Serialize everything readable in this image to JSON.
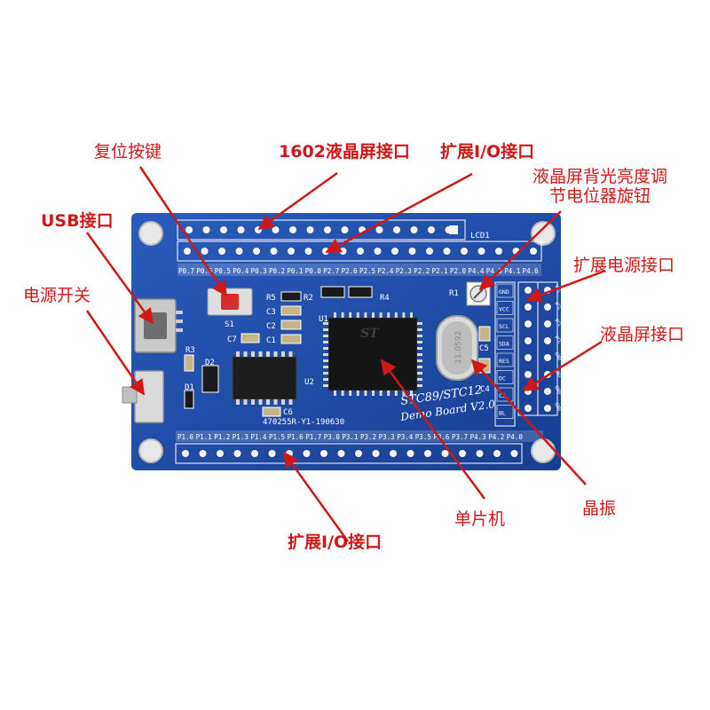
{
  "callouts": {
    "reset_key": "复位按键",
    "lcd1602_port": "1602液晶屏接口",
    "expansion_io_top": "扩展I/O接口",
    "backlight_pot_line1": "液晶屏背光亮度调",
    "backlight_pot_line2": "节电位器旋钮",
    "usb_port": "USB接口",
    "power_switch": "电源开关",
    "expansion_power": "扩展电源接口",
    "lcd_port": "液晶屏接口",
    "mcu": "单片机",
    "crystal": "晶振",
    "expansion_io_bottom": "扩展I/O接口"
  },
  "board": {
    "title_line1": "STC89/STC12",
    "title_line2": "Demo Board V2.0",
    "version_code": "470255R-Y1-190630",
    "lcd_label": "LCD1",
    "top_pins": [
      "P0.7",
      "P0.6",
      "P0.5",
      "P0.4",
      "P0.3",
      "P0.2",
      "P0.1",
      "P0.0",
      "P2.7",
      "P2.6",
      "P2.5",
      "P2.4",
      "P2.3",
      "P2.2",
      "P2.1",
      "P2.0",
      "P4.4",
      "P4.5",
      "P4.1",
      "P4.6"
    ],
    "bottom_pins": [
      "P1.0",
      "P1.1",
      "P1.2",
      "P1.3",
      "P1.4",
      "P1.5",
      "P1.6",
      "P1.7",
      "P3.0",
      "P3.1",
      "P3.2",
      "P3.3",
      "P3.4",
      "P3.5",
      "P3.6",
      "P3.7",
      "P4.3",
      "P4.2",
      "P4.0"
    ],
    "right_labels": [
      "GND",
      "VCC",
      "SCL",
      "SDA",
      "RES",
      "DC",
      "CS",
      "BL"
    ],
    "right_power_labels": [
      "VCC",
      "VCC",
      "VCC",
      "VCC",
      "GND",
      "GND",
      "GND",
      "GND"
    ],
    "designators": {
      "s1": "S1",
      "r5": "R5",
      "r2": "R2",
      "r4": "R4",
      "r1": "R1",
      "r3": "R3",
      "c1": "C1",
      "c2": "C2",
      "c3": "C3",
      "c4": "C4",
      "c5": "C5",
      "c6": "C6",
      "c7": "C7",
      "d1": "D1",
      "d2": "D2",
      "u1": "U1",
      "u2": "U2",
      "chip_mark": "ST",
      "crystal_mark": "11.0592"
    }
  },
  "colors": {
    "pcb": "#1f4fa8",
    "annotation": "#d01818",
    "silkscreen": "#ffffff"
  }
}
